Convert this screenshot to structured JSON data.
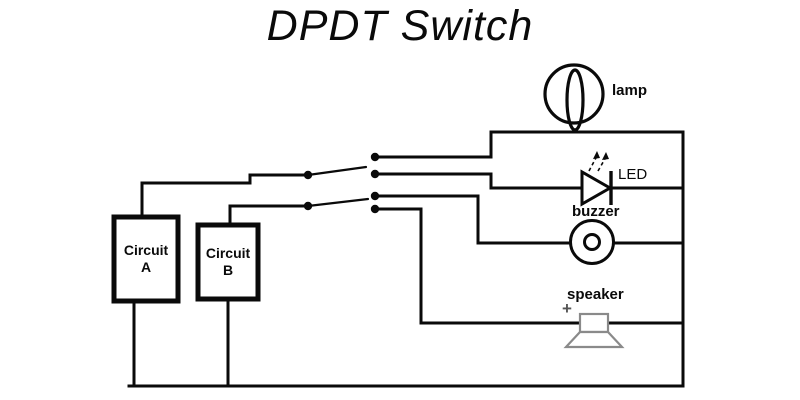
{
  "title": "DPDT Switch",
  "components": {
    "circuit_a": {
      "name_line1": "Circuit",
      "name_line2": "A"
    },
    "circuit_b": {
      "name_line1": "Circuit",
      "name_line2": "B"
    },
    "lamp": {
      "label": "lamp"
    },
    "led": {
      "label": "LED"
    },
    "buzzer": {
      "label": "buzzer"
    },
    "speaker": {
      "label": "speaker",
      "polarity_mark": "+"
    }
  },
  "colors": {
    "wire": "#0a0a0a",
    "speaker_symbol": "#8a8a8a",
    "text": "#0a0a0a"
  }
}
